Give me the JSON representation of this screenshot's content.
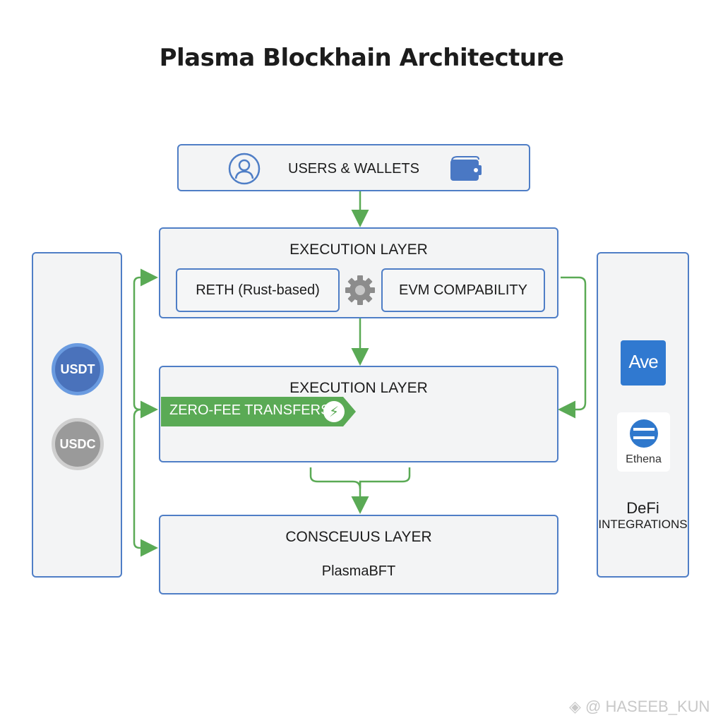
{
  "title": "Plasma Blockhain Architecture",
  "users": {
    "label": "USERS & WALLETS",
    "left_icon": "user-icon",
    "right_icon": "wallet-icon"
  },
  "execution_layer_1": {
    "title": "EXECUTION LAYER",
    "components": [
      "RETH (Rust-based)",
      "EVM COMPABILITY"
    ],
    "center_icon": "gear-icon"
  },
  "execution_layer_2": {
    "title": "EXECUTION LAYER",
    "banner": "ZERO-FEE TRANSFERS",
    "banner_icon": "lightning-icon"
  },
  "consensus_layer": {
    "title": "CONSCEUUS LAYER",
    "subtitle": "PlasmaBFT"
  },
  "stablecoins": {
    "items": [
      "USDT",
      "USDC"
    ]
  },
  "defi": {
    "integrations": [
      "Ave",
      "Ethena"
    ],
    "label_line1": "DeFi",
    "label_line2": "INTEGRATIONS"
  },
  "colors": {
    "border": "#4f7ec6",
    "arrow": "#5aaa55",
    "banner": "#5aaa55",
    "usdt": "#4a72bb",
    "usdc": "#9a9a9a"
  },
  "watermark": "@ HASEEB_KUN"
}
